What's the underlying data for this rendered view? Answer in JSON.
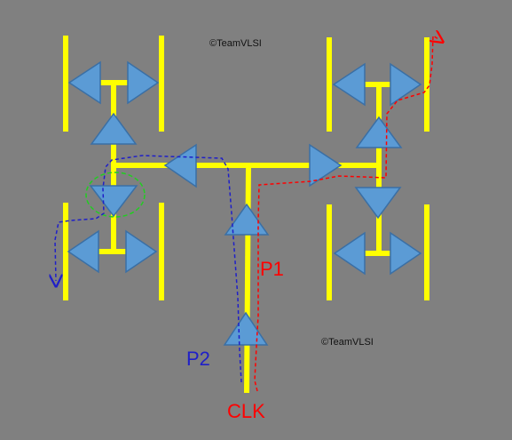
{
  "watermarks": [
    "©TeamVLSI",
    "©TeamVLSI"
  ],
  "labels": {
    "clk": "CLK",
    "p1": "P1",
    "p2": "P2"
  },
  "colors": {
    "background": "#808080",
    "wire": "#ffff00",
    "buffer_fill": "#5b9bd5",
    "buffer_stroke": "#3a6fa5",
    "path_p1": "#ff0000",
    "path_p2": "#1f1fc8",
    "highlight": "#22cc22",
    "watermark_text": "#111111"
  },
  "legend": [
    {
      "key": "p1",
      "color": "#ff0000",
      "style": "dashed"
    },
    {
      "key": "p2",
      "color": "#1f1fc8",
      "style": "dashed"
    }
  ]
}
